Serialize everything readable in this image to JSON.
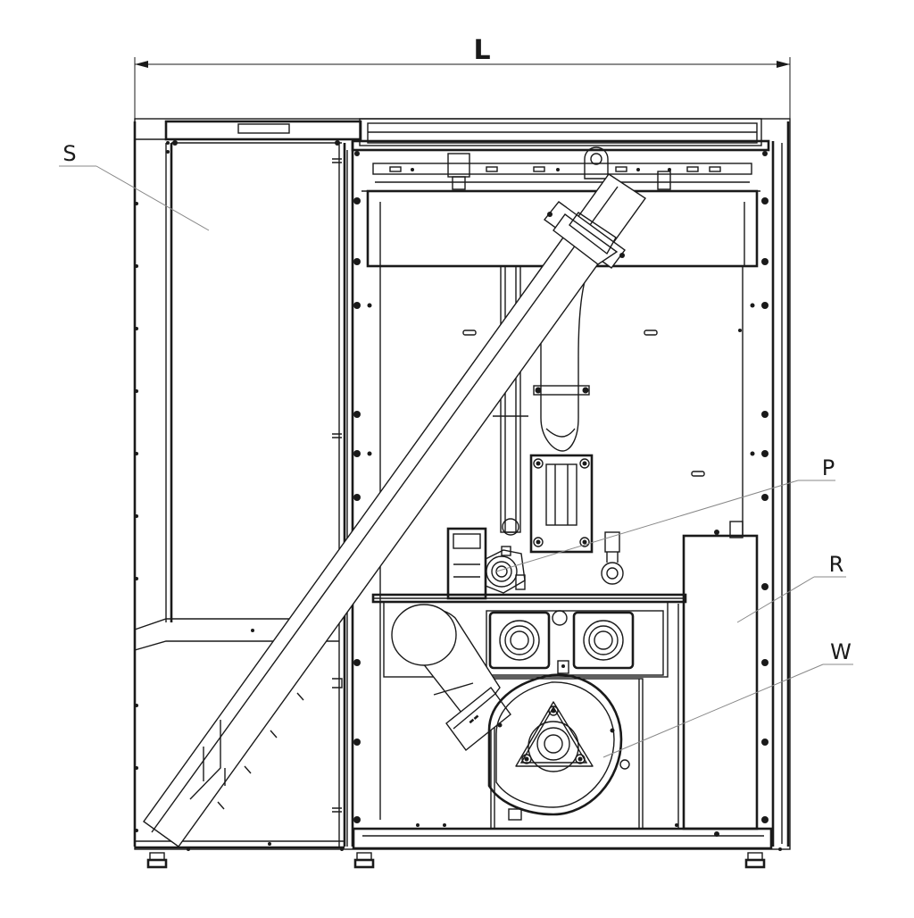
{
  "dimension": {
    "label": "L"
  },
  "callouts": [
    {
      "id": "S",
      "label": "S"
    },
    {
      "id": "P",
      "label": "P"
    },
    {
      "id": "R",
      "label": "R"
    },
    {
      "id": "W",
      "label": "W"
    }
  ],
  "colors": {
    "line": "#1a1a1a",
    "leader": "#888888",
    "background": "#ffffff"
  }
}
